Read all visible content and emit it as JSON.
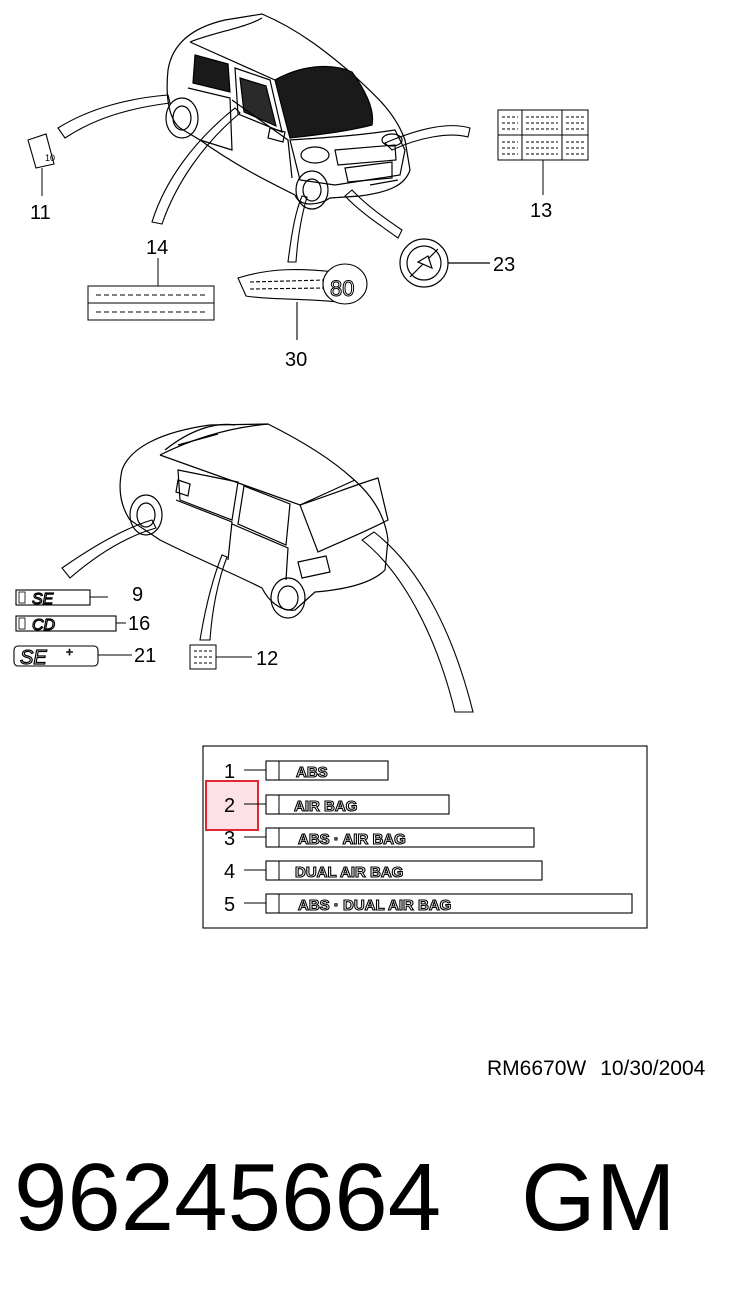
{
  "diagram": {
    "callouts_top": {
      "n11": "11",
      "n13": "13",
      "n14": "14",
      "n23": "23",
      "n30": "30"
    },
    "callouts_mid": {
      "n9": "9",
      "n16": "16",
      "n21": "21",
      "n12": "12"
    },
    "emblems": {
      "se": "SE",
      "cd": "CD",
      "se_plus": "SE",
      "se_plus_mark": "+"
    },
    "sticker_11_text": "10",
    "gauge_text": "80",
    "badge_table": {
      "rows": [
        {
          "num": "1",
          "label": "ABS"
        },
        {
          "num": "2",
          "label": "AIR BAG",
          "highlighted": true
        },
        {
          "num": "3",
          "label": "ABS · AIR BAG"
        },
        {
          "num": "4",
          "label": "DUAL AIR BAG"
        },
        {
          "num": "5",
          "label": "ABS · DUAL AIR BAG"
        }
      ]
    },
    "colors": {
      "highlight_border": "#e02630",
      "highlight_fill": "#f7d5dc"
    }
  },
  "footer": {
    "ref_code": "RM6670W",
    "ref_date": "10/30/2004",
    "part_number": "96245664",
    "brand": "GM"
  }
}
